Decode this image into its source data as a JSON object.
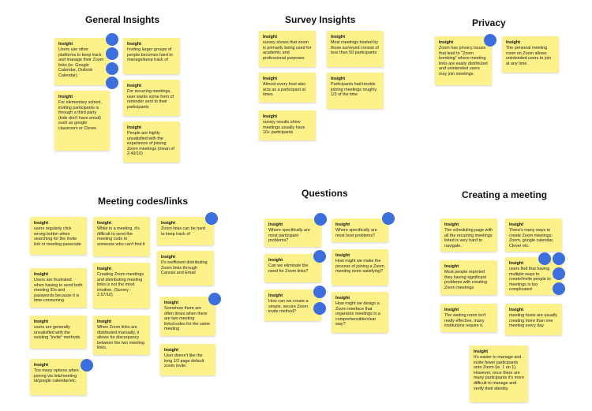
{
  "sections": {
    "general": "General Insights",
    "survey": "Survey Insights",
    "privacy": "Privacy",
    "meeting": "Meeting codes/links",
    "questions": "Questions",
    "creating": "Creating a meeting"
  },
  "insight_label": "Insight",
  "notes": {
    "g1": "Users use other platforms to keep track and manage their Zoom links (ie. Google Calendar, Outlook Calendar).",
    "g2": "For elementary school, inviting participants is through a third party (kids don't have email) such as google classroom or Clever.",
    "g3": "Inviting larger groups of people becomes hard to manage/keep track of",
    "g4": "For recurring meetings, user wants some form of reminder sent to their participants",
    "g5": "People are highly unsatisfied with the experience of joining Zoom meetings (mean of 2.49/10)",
    "s1": "survey shows that zoom is primarily being used for academic and professional purposes",
    "s2": "Most meetings hosted by those surveyed consist of less than 50 participants",
    "s3": "Almost every host also acts as a participant at times",
    "s4": "Participants had trouble joining meetings roughly 1/3 of the time",
    "s5": "survey results show meetings usually have 10+ participants",
    "p1": "Zoom has privacy issues that lead to \"Zoom bombing\" where meeting links are easily distributed and unintended users may join meetings.",
    "p2": "The personal meeting room on Zoom allows unintended users to join at any time.",
    "m1": "users regularly click wrong button when searching for the invite link or meeting passcode",
    "m2": "Users are frustrated when having to send both meeting IDs and passwords because it is time-consuming",
    "m3": "users are generally unsatisfied with the existing \"invite\" methods",
    "m4": "Too many options when joining via link/meeting id/google calendar/etc.",
    "m5": "While in a meeting, it's difficult to send the meeting code to someone who can't find it",
    "m6": "Creating Zoom meetings and distributing meeting links is not the most intuitive. (Survey - 2.57/10)",
    "m7": "When Zoom links are distributed manually, it allows for discrepancy between the two meeting links.",
    "m8": "Zoom links can be hard to keep track of",
    "m9": "It's inefficient distributing Zoom links through Canvas and Email",
    "m10": "Somehow there are often times when there are two meeting links/codes for the same meeting",
    "m11": "User doesn't like the long 1/2 page default zoom invite.",
    "q1": "Where specifically are most participant problems?",
    "q2": "Where specifically are most host problems?",
    "q3": "Can we eliminate the need for Zoom links?",
    "q4": "How might we make the process of joining a Zoom meeting more satisfying?",
    "q5": "How can we create a simple, secure Zoom invite method?",
    "q6": "How might we design a Zoom interface that organizes meetings in a comprehensible/clear way?",
    "c1": "The scheduling page with all the recurring meetings listed is very hard to navigate.",
    "c2": "Most people reported they having significant problems with creating Zoom meetings",
    "c3": "The waiting room isn't really effective, many institutions require it.",
    "c4": "There's many ways to create Zoom meetings: Zoom, google calendar, Clever etc.",
    "c5": "users find that having multiple ways to create/invite people to meetings is too complicated",
    "c6": "meeting hosts are usually creating more than one meeting every day",
    "c7": "It's easier to manage and invite fewer participants onto Zoom (ie. 1 on 1). However, once there are many participants it's more difficult to manage and verify their identity."
  },
  "colors": {
    "note": "#fdf18a",
    "dot": "#3b6fe0"
  }
}
